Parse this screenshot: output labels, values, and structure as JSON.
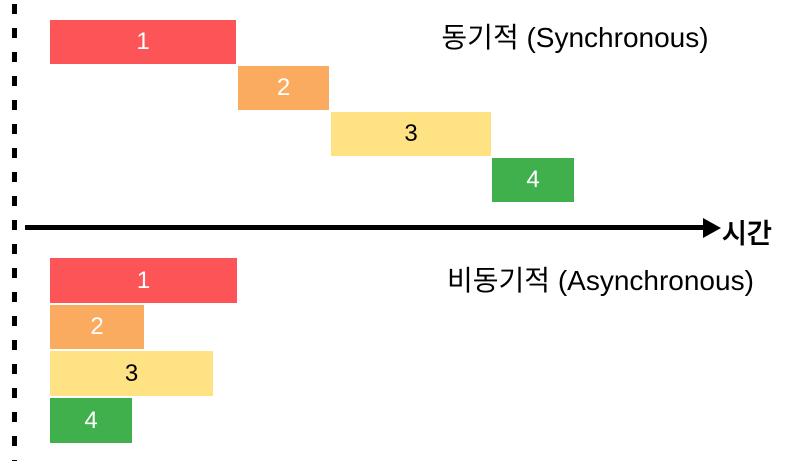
{
  "diagram": {
    "sections": {
      "sync": {
        "title": "동기적 (Synchronous)",
        "tasks": [
          {
            "label": "1",
            "color": "#fc5457",
            "label_color": "#ffffff"
          },
          {
            "label": "2",
            "color": "#fbab5f",
            "label_color": "#ffffff"
          },
          {
            "label": "3",
            "color": "#ffe284",
            "label_color": "#000000"
          },
          {
            "label": "4",
            "color": "#3fb04c",
            "label_color": "#ffffff"
          }
        ]
      },
      "async": {
        "title": "비동기적 (Asynchronous)",
        "tasks": [
          {
            "label": "1",
            "color": "#fc5457",
            "label_color": "#ffffff"
          },
          {
            "label": "2",
            "color": "#fbab5f",
            "label_color": "#ffffff"
          },
          {
            "label": "3",
            "color": "#ffe284",
            "label_color": "#000000"
          },
          {
            "label": "4",
            "color": "#3fb04c",
            "label_color": "#ffffff"
          }
        ]
      }
    },
    "time_axis": {
      "label": "시간",
      "line_color": "#000000"
    },
    "start_line_color": "#000000"
  }
}
